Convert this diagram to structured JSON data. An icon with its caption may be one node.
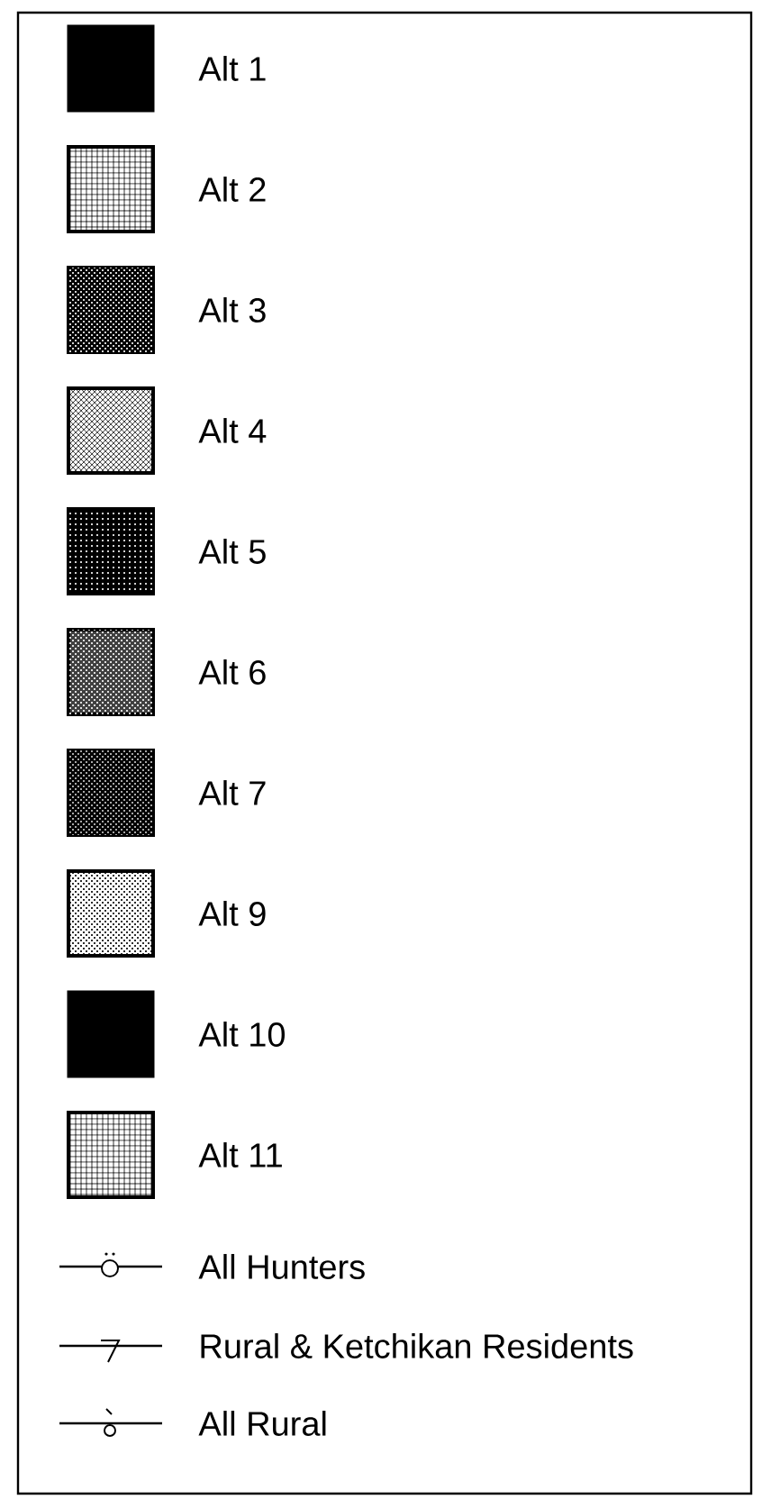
{
  "diagram": {
    "legend": [
      {
        "text": "Alt 1",
        "color": "#000000"
      },
      {
        "text": "Alt 2"
      },
      {
        "text": "Alt 3"
      },
      {
        "text": "Alt 4"
      },
      {
        "text": "Alt 5"
      },
      {
        "text": "Alt 6"
      },
      {
        "text": "Alt 7"
      },
      {
        "text": "Alt 9"
      },
      {
        "text": "Alt 10",
        "color": "#000000"
      },
      {
        "text": "Alt 11"
      },
      {
        "text": "All Hunters"
      },
      {
        "text": "Rural & Ketchikan Residents"
      },
      {
        "text": "All Rural"
      }
    ]
  }
}
